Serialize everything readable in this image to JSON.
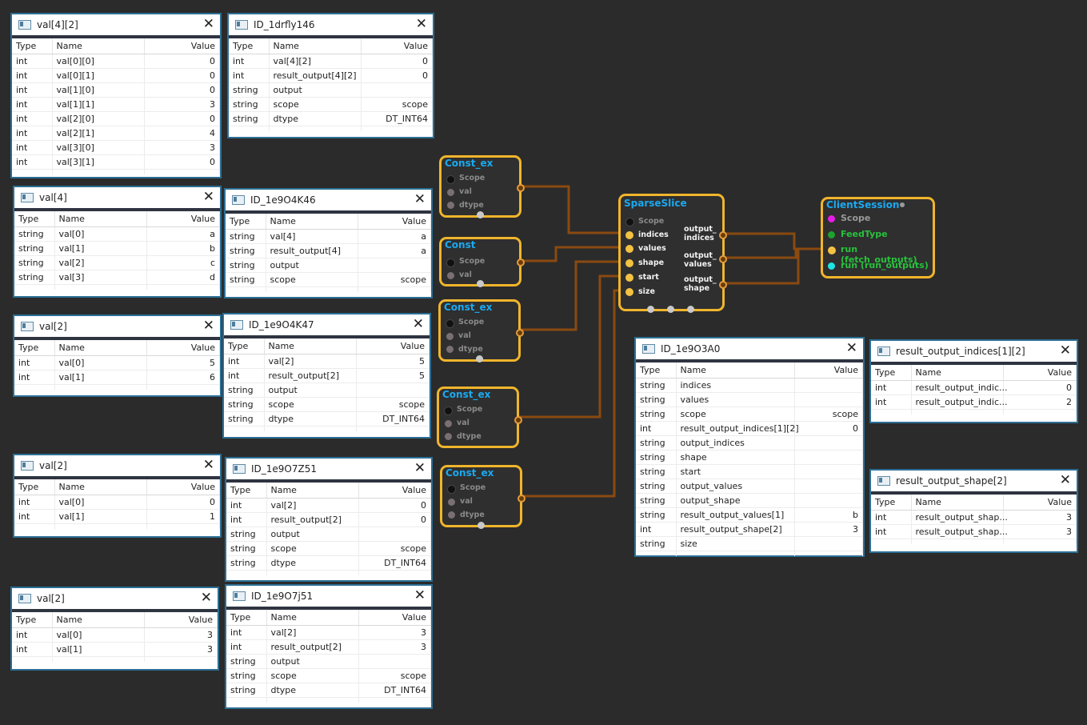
{
  "panels": [
    {
      "id": "p1",
      "title": "val[4][2]",
      "headers": [
        "Type",
        "Name",
        "Value"
      ],
      "rows": [
        [
          "int",
          "val[0][0]",
          "0"
        ],
        [
          "int",
          "val[0][1]",
          "0"
        ],
        [
          "int",
          "val[1][0]",
          "0"
        ],
        [
          "int",
          "val[1][1]",
          "3"
        ],
        [
          "int",
          "val[2][0]",
          "0"
        ],
        [
          "int",
          "val[2][1]",
          "4"
        ],
        [
          "int",
          "val[3][0]",
          "3"
        ],
        [
          "int",
          "val[3][1]",
          "0"
        ]
      ]
    },
    {
      "id": "p2",
      "title": "ID_1drfly146",
      "headers": [
        "Type",
        "Name",
        "Value"
      ],
      "rows": [
        [
          "int",
          "val[4][2]",
          "0"
        ],
        [
          "int",
          "result_output[4][2]",
          "0"
        ],
        [
          "string",
          "output",
          ""
        ],
        [
          "string",
          "scope",
          "scope"
        ],
        [
          "string",
          "dtype",
          "DT_INT64"
        ]
      ]
    },
    {
      "id": "p3",
      "title": "val[4]",
      "headers": [
        "Type",
        "Name",
        "Value"
      ],
      "rows": [
        [
          "string",
          "val[0]",
          "a"
        ],
        [
          "string",
          "val[1]",
          "b"
        ],
        [
          "string",
          "val[2]",
          "c"
        ],
        [
          "string",
          "val[3]",
          "d"
        ]
      ]
    },
    {
      "id": "p4",
      "title": "ID_1e9O4K46",
      "headers": [
        "Type",
        "Name",
        "Value"
      ],
      "rows": [
        [
          "string",
          "val[4]",
          "a"
        ],
        [
          "string",
          "result_output[4]",
          "a"
        ],
        [
          "string",
          "output",
          ""
        ],
        [
          "string",
          "scope",
          "scope"
        ]
      ]
    },
    {
      "id": "p5",
      "title": "val[2]",
      "headers": [
        "Type",
        "Name",
        "Value"
      ],
      "rows": [
        [
          "int",
          "val[0]",
          "5"
        ],
        [
          "int",
          "val[1]",
          "6"
        ]
      ]
    },
    {
      "id": "p6",
      "title": "ID_1e9O4K47",
      "headers": [
        "Type",
        "Name",
        "Value"
      ],
      "rows": [
        [
          "int",
          "val[2]",
          "5"
        ],
        [
          "int",
          "result_output[2]",
          "5"
        ],
        [
          "string",
          "output",
          ""
        ],
        [
          "string",
          "scope",
          "scope"
        ],
        [
          "string",
          "dtype",
          "DT_INT64"
        ]
      ]
    },
    {
      "id": "p7",
      "title": "val[2]",
      "headers": [
        "Type",
        "Name",
        "Value"
      ],
      "rows": [
        [
          "int",
          "val[0]",
          "0"
        ],
        [
          "int",
          "val[1]",
          "1"
        ]
      ]
    },
    {
      "id": "p8",
      "title": "ID_1e9O7Z51",
      "headers": [
        "Type",
        "Name",
        "Value"
      ],
      "rows": [
        [
          "int",
          "val[2]",
          "0"
        ],
        [
          "int",
          "result_output[2]",
          "0"
        ],
        [
          "string",
          "output",
          ""
        ],
        [
          "string",
          "scope",
          "scope"
        ],
        [
          "string",
          "dtype",
          "DT_INT64"
        ]
      ]
    },
    {
      "id": "p9",
      "title": "val[2]",
      "headers": [
        "Type",
        "Name",
        "Value"
      ],
      "rows": [
        [
          "int",
          "val[0]",
          "3"
        ],
        [
          "int",
          "val[1]",
          "3"
        ]
      ]
    },
    {
      "id": "p10",
      "title": "ID_1e9O7j51",
      "headers": [
        "Type",
        "Name",
        "Value"
      ],
      "rows": [
        [
          "int",
          "val[2]",
          "3"
        ],
        [
          "int",
          "result_output[2]",
          "3"
        ],
        [
          "string",
          "output",
          ""
        ],
        [
          "string",
          "scope",
          "scope"
        ],
        [
          "string",
          "dtype",
          "DT_INT64"
        ]
      ]
    },
    {
      "id": "p11",
      "title": "ID_1e9O3A0",
      "headers": [
        "Type",
        "Name",
        "Value"
      ],
      "rows": [
        [
          "string",
          "indices",
          ""
        ],
        [
          "string",
          "values",
          ""
        ],
        [
          "string",
          "scope",
          "scope"
        ],
        [
          "int",
          "result_output_indices[1][2]",
          "0"
        ],
        [
          "string",
          "output_indices",
          ""
        ],
        [
          "string",
          "shape",
          ""
        ],
        [
          "string",
          "start",
          ""
        ],
        [
          "string",
          "output_values",
          ""
        ],
        [
          "string",
          "output_shape",
          ""
        ],
        [
          "string",
          "result_output_values[1]",
          "b"
        ],
        [
          "int",
          "result_output_shape[2]",
          "3"
        ],
        [
          "string",
          "size",
          ""
        ]
      ]
    },
    {
      "id": "p12",
      "title": "result_output_indices[1][2]",
      "headers": [
        "Type",
        "Name",
        "Value"
      ],
      "rows": [
        [
          "int",
          "result_output_indic...",
          "0"
        ],
        [
          "int",
          "result_output_indic...",
          "2"
        ]
      ]
    },
    {
      "id": "p13",
      "title": "result_output_shape[2]",
      "headers": [
        "Type",
        "Name",
        "Value"
      ],
      "rows": [
        [
          "int",
          "result_output_shap...",
          "3"
        ],
        [
          "int",
          "result_output_shap...",
          "3"
        ]
      ]
    }
  ],
  "nodes": [
    {
      "id": "n1",
      "title": "Const_ex",
      "ports": [
        "Scope",
        "val",
        "dtype"
      ]
    },
    {
      "id": "n2",
      "title": "Const",
      "ports": [
        "Scope",
        "val"
      ]
    },
    {
      "id": "n3",
      "title": "Const_ex",
      "ports": [
        "Scope",
        "val",
        "dtype"
      ]
    },
    {
      "id": "n4",
      "title": "Const_ex",
      "ports": [
        "Scope",
        "val",
        "dtype"
      ]
    },
    {
      "id": "n5",
      "title": "Const_ex",
      "ports": [
        "Scope",
        "val",
        "dtype"
      ]
    },
    {
      "id": "n6",
      "title": "SparseSlice",
      "inputs": [
        "Scope",
        "indices",
        "values",
        "shape",
        "start",
        "size"
      ],
      "outputs": [
        "output_\nindices",
        "output_\nvalues",
        "output_\nshape"
      ]
    },
    {
      "id": "n7",
      "title": "ClientSession",
      "ports": [
        "Scope",
        "FeedType",
        "run (fetch_outputs)",
        "run (run_outputs)"
      ]
    }
  ],
  "colors": {
    "background": "#2b2b2b",
    "node_border": "#f0b52c",
    "node_title": "#1aa9f0",
    "wire": "#8a4a10",
    "panel_border": "#2c6f95"
  }
}
